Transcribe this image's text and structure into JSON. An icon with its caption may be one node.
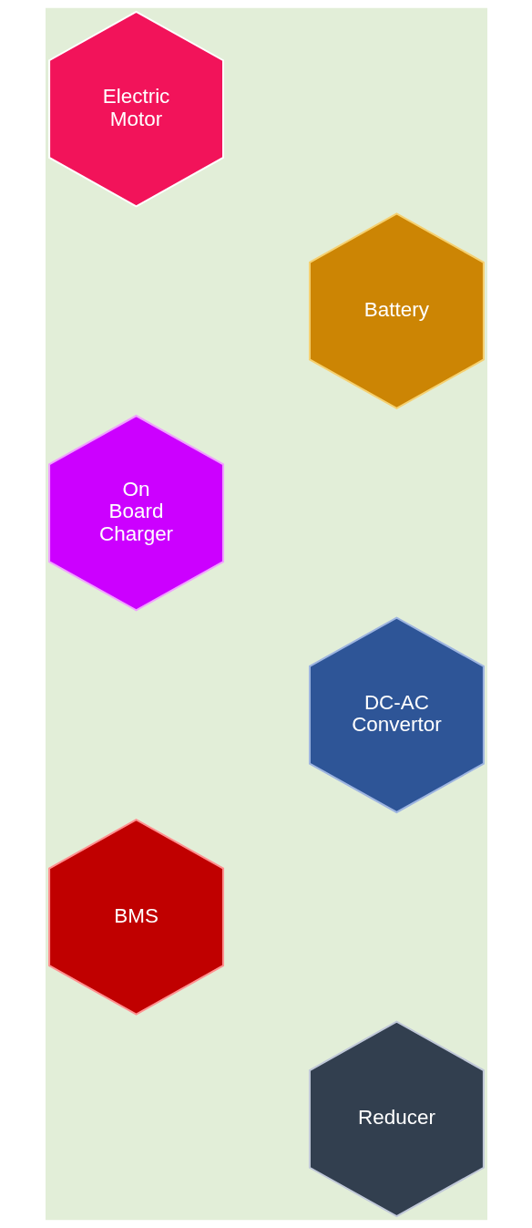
{
  "diagram": {
    "nodes": [
      {
        "text": [
          "Electric Motor"
        ]
      },
      {
        "text": [
          "Battery"
        ]
      },
      {
        "text": [
          "On Board Charger"
        ]
      },
      {
        "text": [
          "DC-AC Convertor"
        ]
      },
      {
        "text": [
          "BMS"
        ]
      },
      {
        "text": [
          "Reducer"
        ]
      }
    ]
  }
}
